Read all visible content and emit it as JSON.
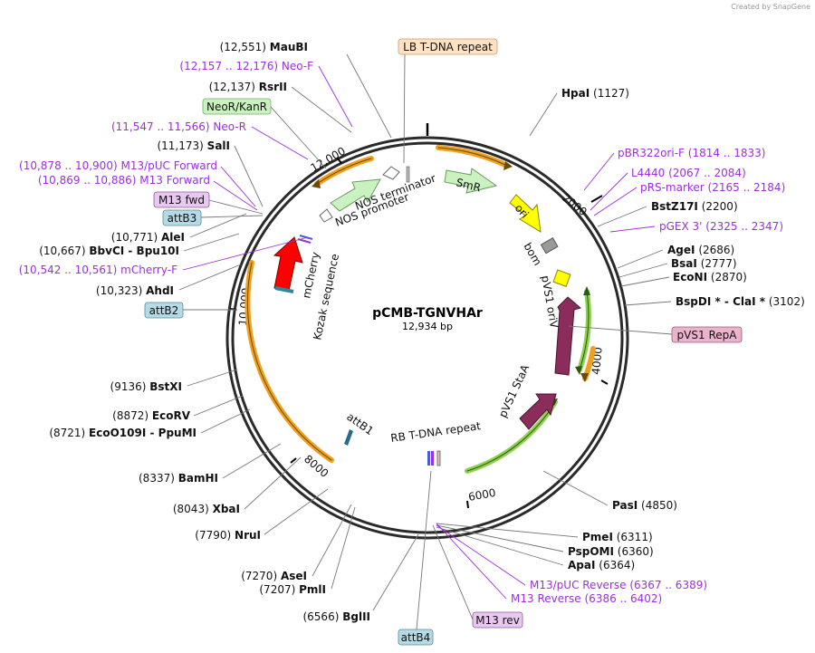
{
  "credit": "Created by SnapGene",
  "plasmid": {
    "name": "pCMB-TGNVHAr",
    "size": "12,934 bp"
  },
  "ticks": [
    "2000",
    "4000",
    "6000",
    "8000",
    "10,000",
    "12,000"
  ],
  "sites": [
    {
      "pos": "(12,551)",
      "name": "MauBI"
    },
    {
      "pos": "(12,157 .. 12,176)",
      "name": "Neo-F",
      "primer": true
    },
    {
      "pos": "(12,137)",
      "name": "RsrII"
    },
    {
      "pos": "(11,547 .. 11,566)",
      "name": "Neo-R",
      "primer": true
    },
    {
      "pos": "(11,173)",
      "name": "SalI"
    },
    {
      "pos": "(10,878 .. 10,900)",
      "name": "M13/pUC Forward",
      "primer": true
    },
    {
      "pos": "(10,869 .. 10,886)",
      "name": "M13 Forward",
      "primer": true
    },
    {
      "pos": "(10,771)",
      "name": "AleI"
    },
    {
      "pos": "(10,667)",
      "name": "BbvCI",
      "name2": "Bpu10I"
    },
    {
      "pos": "(10,542 .. 10,561)",
      "name": "mCherry-F",
      "primer": true
    },
    {
      "pos": "(10,323)",
      "name": "AhdI"
    },
    {
      "pos": "(9136)",
      "name": "BstXI"
    },
    {
      "pos": "(8872)",
      "name": "EcoRV"
    },
    {
      "pos": "(8721)",
      "name": "EcoO109I",
      "name2": "PpuMI"
    },
    {
      "pos": "(8337)",
      "name": "BamHI"
    },
    {
      "pos": "(8043)",
      "name": "XbaI"
    },
    {
      "pos": "(7790)",
      "name": "NruI"
    },
    {
      "pos": "(7270)",
      "name": "AseI"
    },
    {
      "pos": "(7207)",
      "name": "PmlI"
    },
    {
      "pos": "(6566)",
      "name": "BglII"
    },
    {
      "pos": "(1127)",
      "name": "HpaI"
    },
    {
      "pos": "(1814 .. 1833)",
      "name": "pBR322ori-F",
      "primer": true
    },
    {
      "pos": "(2067 .. 2084)",
      "name": "L4440",
      "primer": true
    },
    {
      "pos": "(2165 .. 2184)",
      "name": "pRS-marker",
      "primer": true
    },
    {
      "pos": "(2200)",
      "name": "BstZ17I"
    },
    {
      "pos": "(2325 .. 2347)",
      "name": "pGEX 3'",
      "primer": true
    },
    {
      "pos": "(2686)",
      "name": "AgeI"
    },
    {
      "pos": "(2777)",
      "name": "BsaI"
    },
    {
      "pos": "(2870)",
      "name": "EcoNI"
    },
    {
      "pos": "(3102)",
      "name": "BspDI *",
      "name2": "ClaI *"
    },
    {
      "pos": "(4850)",
      "name": "PasI"
    },
    {
      "pos": "(6311)",
      "name": "PmeI"
    },
    {
      "pos": "(6360)",
      "name": "PspOMI"
    },
    {
      "pos": "(6364)",
      "name": "ApaI"
    },
    {
      "pos": "(6367 .. 6389)",
      "name": "M13/pUC Reverse",
      "primer": true
    },
    {
      "pos": "(6386 .. 6402)",
      "name": "M13 Reverse",
      "primer": true
    }
  ],
  "boxes": [
    {
      "label": "LB T-DNA repeat",
      "fill": "#fde2c4",
      "stroke": "#c99a6a"
    },
    {
      "label": "NeoR/KanR",
      "fill": "#c9f2c0",
      "stroke": "#7aa870"
    },
    {
      "label": "M13 fwd",
      "fill": "#e8c8f0",
      "stroke": "#8a5a9a"
    },
    {
      "label": "attB3",
      "fill": "#b6d9e6",
      "stroke": "#5a8a9a"
    },
    {
      "label": "attB2",
      "fill": "#b6d9e6",
      "stroke": "#5a8a9a"
    },
    {
      "label": "pVS1 RepA",
      "fill": "#e9b4cc",
      "stroke": "#9a5a78"
    },
    {
      "label": "M13 rev",
      "fill": "#e8c8f0",
      "stroke": "#8a5a9a"
    },
    {
      "label": "attB4",
      "fill": "#b6d9e6",
      "stroke": "#5a8a9a"
    }
  ],
  "features": {
    "smr": "SmR",
    "ori": "ori",
    "bom": "bom",
    "pvs1_oriv": "pVS1 oriV",
    "pvs1_staa": "pVS1 StaA",
    "rb": "RB T-DNA repeat",
    "attb1": "attB1",
    "mcherry": "mCherry",
    "kozak": "Kozak sequence",
    "nos_term": "NOS terminator",
    "nos_prom": "NOS promoter"
  },
  "colors": {
    "primer": "#9b30d9",
    "smr": "#c9f2c0",
    "ori": "#ffff00",
    "pvs1": "#8a2d5a",
    "mcherry": "#ff0000",
    "orange": "#f0a020",
    "green": "#90d050"
  }
}
